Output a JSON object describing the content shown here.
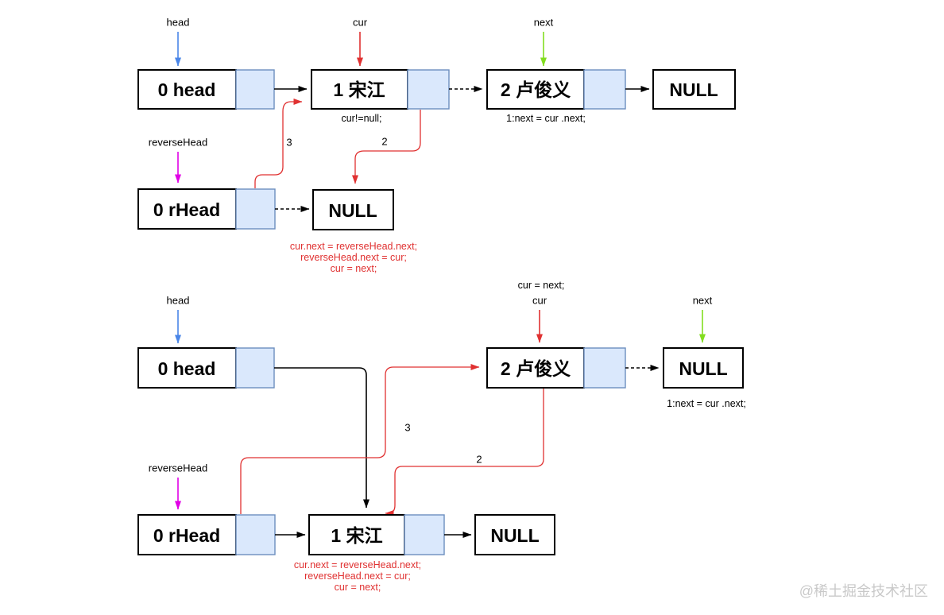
{
  "colors": {
    "node_fill": "#ffffff",
    "node_stroke": "#000000",
    "pointer_fill": "#dae8fc",
    "pointer_stroke": "#6c8ebf",
    "arrow_black": "#000000",
    "arrow_red": "#e03131",
    "arrow_blue": "#4a86e8",
    "arrow_green": "#82dd1f",
    "arrow_magenta": "#e101e6",
    "code_red": "#e03131",
    "watermark_gray": "#c9c9c9"
  },
  "top": {
    "head_label": "head",
    "cur_label": "cur",
    "next_label": "next",
    "reverse_head_label": "reverseHead",
    "node_head": "0 head",
    "node_songjiang": "1 宋江",
    "node_lujunyi": "2 卢俊义",
    "node_null_list": "NULL",
    "node_rhead": "0 rHead",
    "node_null_rhead": "NULL",
    "cond_text": "cur!=null;",
    "step1_text": "1:next = cur .next;",
    "step2_num": "2",
    "step3_num": "3",
    "code_line1": "cur.next = reverseHead.next;",
    "code_line2": "reverseHead.next = cur;",
    "code_line3": "cur = next;"
  },
  "bottom": {
    "head_label": "head",
    "cur_label": "cur",
    "next_label": "next",
    "reverse_head_label": "reverseHead",
    "cur_assign_text": "cur = next;",
    "node_head": "0 head",
    "node_lujunyi": "2 卢俊义",
    "node_null_list": "NULL",
    "node_rhead": "0 rHead",
    "node_songjiang": "1 宋江",
    "node_null_rhead": "NULL",
    "step1_text": "1:next = cur .next;",
    "step2_num": "2",
    "step3_num": "3",
    "code_line1": "cur.next = reverseHead.next;",
    "code_line2": "reverseHead.next = cur;",
    "code_line3": "cur = next;"
  },
  "watermark": {
    "text": "@稀土掘金技术社区"
  }
}
